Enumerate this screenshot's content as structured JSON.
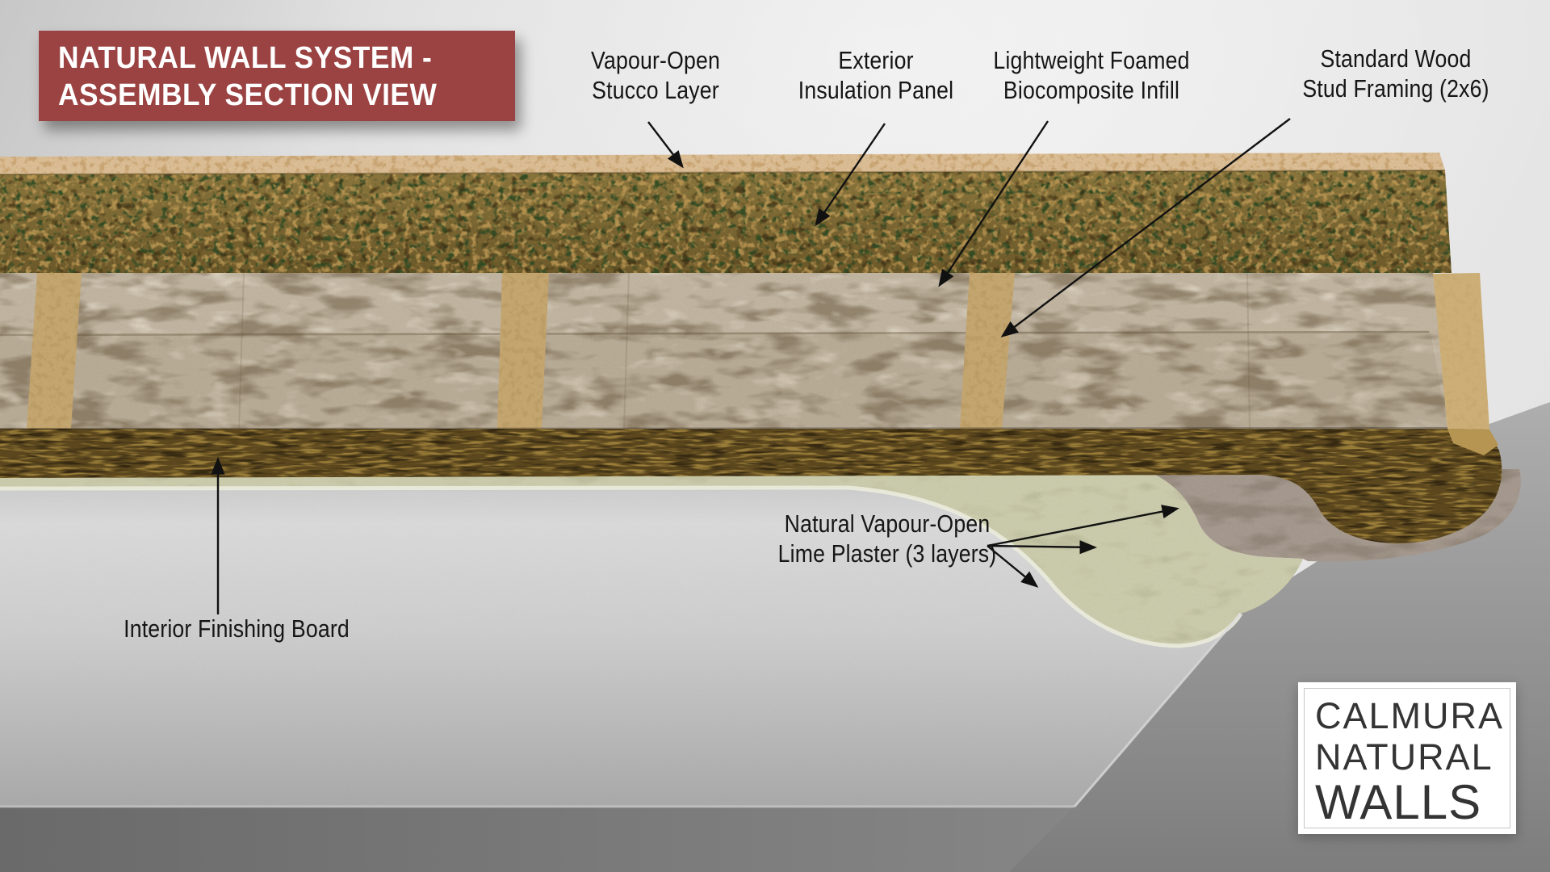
{
  "title": {
    "line1": "NATURAL WALL SYSTEM -",
    "line2": "ASSEMBLY SECTION VIEW"
  },
  "callouts": {
    "stucco": {
      "line1": "Vapour-Open",
      "line2": "Stucco Layer"
    },
    "insulation": {
      "line1": "Exterior",
      "line2": "Insulation Panel"
    },
    "infill": {
      "line1": "Lightweight Foamed",
      "line2": "Biocomposite Infill"
    },
    "framing": {
      "line1": "Standard Wood",
      "line2": "Stud Framing (2x6)"
    },
    "plaster": {
      "line1": "Natural Vapour-Open",
      "line2": "Lime Plaster (3 layers)"
    },
    "interior_board": {
      "line1": "Interior Finishing Board"
    }
  },
  "logo": {
    "line1": "CALMURA",
    "line2": "NATURAL",
    "line3": "WALLS"
  },
  "colors": {
    "title_bg": "#9b4242",
    "title_text": "#ffffff",
    "background": "#e3e3e3",
    "backdrop_shadow": "#8f8f8f",
    "floor": "#6e6e6e",
    "stucco_top_layer": "#e2c399",
    "exterior_insulation_panel": "#7d6a35",
    "biocomposite_infill": "#c3b7a3",
    "wood_stud": "#c7a871",
    "interior_finishing_board": "#5d481e",
    "lime_plaster_base_coat": "#a89c91",
    "lime_plaster_second_coat": "#cdcdae",
    "lime_plaster_finish_face": "#d8d8d8",
    "label_text": "#151515",
    "arrow_color": "#111111",
    "logo_text": "#343434"
  }
}
